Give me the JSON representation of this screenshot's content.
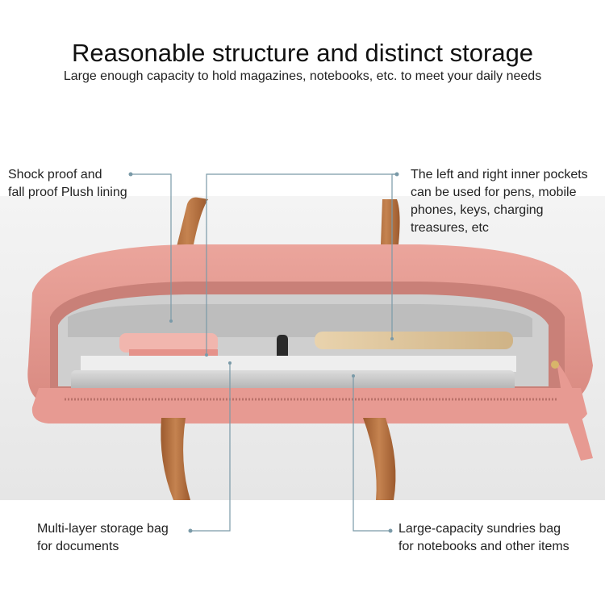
{
  "header": {
    "title": "Reasonable structure and distinct storage",
    "subtitle": "Large enough capacity to hold magazines, notebooks, etc. to meet your daily needs"
  },
  "callouts": {
    "shock_proof": {
      "line1": "Shock proof and",
      "line2": "fall proof Plush lining"
    },
    "pockets": {
      "line1": "The left and right inner pockets",
      "line2": "can be used for pens, mobile",
      "line3": "phones, keys, charging",
      "line4": "treasures, etc"
    },
    "multi_layer": {
      "line1": "Multi-layer storage bag",
      "line2": "for documents"
    },
    "sundries": {
      "line1": "Large-capacity sundries bag",
      "line2": "for notebooks and other items"
    }
  },
  "colors": {
    "bag_pink": "#e79a92",
    "bag_pink_dark": "#c97c74",
    "handle_brown": "#b8723f",
    "lining_gray": "#cfcfcf",
    "leader_line": "#7a9aa8"
  }
}
